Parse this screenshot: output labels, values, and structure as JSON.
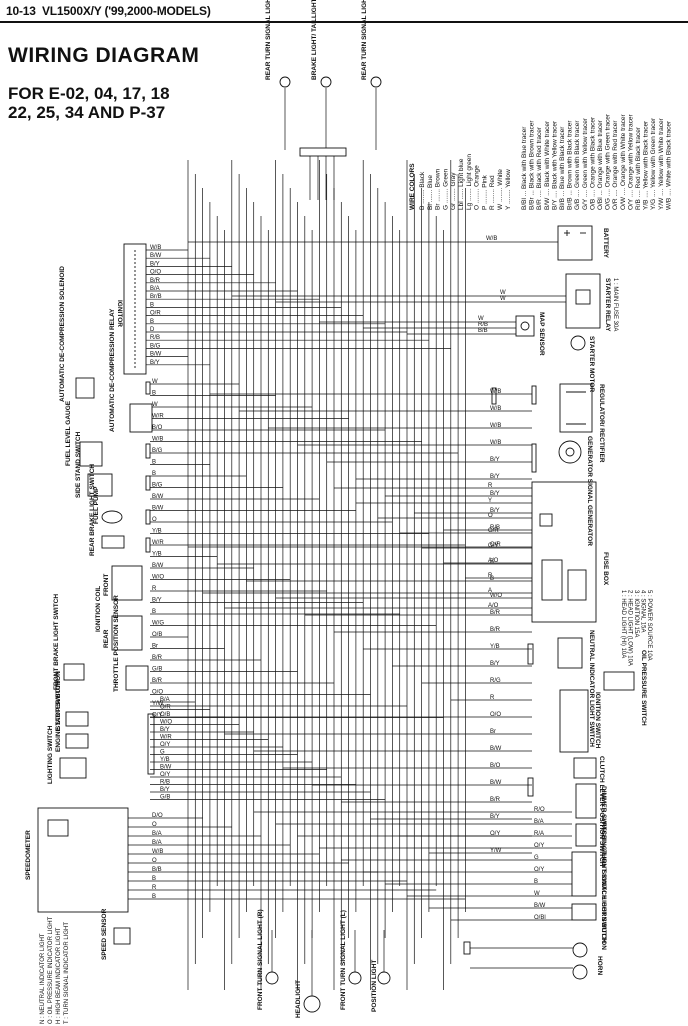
{
  "header": {
    "page": "10-13",
    "model": "VL1500X/Y ('99,2000-MODELS)",
    "title": "WIRING DIAGRAM",
    "for_line1": "FOR E-02, 04, 17, 18",
    "for_line2": "22, 25, 34 AND P-37"
  },
  "components": {
    "ignitor": "IGNITOR",
    "battery": "BATTERY",
    "starter_relay": "STARTER RELAY",
    "main_fuse": "1 : MAIN FUSE 30A",
    "map_sensor": "MAP SENSOR",
    "starter_motor": "STARTER MOTOR",
    "regulator": "REGULATOR/ RECTIFIER",
    "generator": "GENERATOR SIGNAL GENERATOR",
    "fuse_box": "FUSE BOX",
    "neutral_switch": "NEUTRAL INDICATOR LIGHT SWITCH",
    "oil_switch": "OIL PRESSURE SWITCH",
    "ignition_switch": "IGNITION SWITCH",
    "clutch_switch": "CLUTCH LEVER POSITION SWITCH",
    "dimmer_switch": "DIMMER SWITCH",
    "passing_switch": "PASSING LIGHT SWITCH",
    "turn_switch": "TURN SIGNAL LIGHT SWITCH",
    "horn_button": "HORN BUTTON",
    "horn": "HORN",
    "rear_turn_r": "REAR TURN SIGNAL LIGHT (R)",
    "brake_light": "BRAKE LIGHT/ TAILLIGHT",
    "rear_turn_l": "REAR TURN SIGNAL LIGHT (L)",
    "decomp_solenoid": "AUTOMATIC DE-COMPRESSION SOLENOID",
    "decomp_relay": "AUTOMATIC DE-COMPRESSION RELAY",
    "fuel_gauge": "FUEL LEVEL GAUGE",
    "side_stand": "SIDE STAND SWITCH",
    "fuel_pump": "FUEL PUMP",
    "rear_brake_switch": "REAR BRAKE LIGHT SWITCH",
    "ignition_coil": "IGNITION COIL",
    "front": "FRONT",
    "rear": "REAR",
    "front_brake_switch": "FRONT BRAKE LIGHT SWITCH",
    "throttle_sensor": "THROTTLE POSITION SENSOR",
    "starter_button": "STARTER BUTTON",
    "engine_stop": "ENGINE STOP SWITCH",
    "lighting_switch": "LIGHTING SWITCH",
    "speedometer": "SPEEDOMETER",
    "speed_sensor": "SPEED SENSOR",
    "front_turn_r": "FRONT TURN SIGNAL LIGHT (R)",
    "headlight": "HEADLIGHT",
    "front_turn_l": "FRONT TURN SIGNAL LIGHT (L)",
    "position_light": "POSITION LIGHT"
  },
  "fuse_list": [
    "1 : HEAD LIGHT (HI)   10A",
    "2 : HEAD LIGHT (LOW)  10A",
    "3 : IGNITION          15A",
    "4 : SIGNAL            15A",
    "5 : POWER SOURCE      10A"
  ],
  "legend_items": [
    "N : NEUTRAL INDICATOR LIGHT",
    "O : OIL PRESSURE INDICATOR LIGHT",
    "H : HIGH BEAM INDICATOR LIGHT",
    "T : TURN SIGNAL INDICATOR LIGHT"
  ],
  "wire_colors_title": "WIRE COLORS",
  "wire_colors": [
    "B ........ Black",
    "Bl ....... Blue",
    "Br ....... Brown",
    "G ........ Green",
    "Gr ....... Gray",
    "Lbl ...... Light blue",
    "Lg ....... Light green",
    "O ........ Orange",
    "P ........ Pink",
    "R ........ Red",
    "W ........ White",
    "Y ........ Yellow"
  ],
  "wire_colors_2": [
    "B/Bl ... Black with Blue tracer",
    "B/Br ... Black with Brown tracer",
    "B/R .... Black with Red tracer",
    "B/W .... Black with White tracer",
    "B/Y .... Black with Yellow tracer",
    "Bl/B ... Blue with Black tracer",
    "Br/B ... Brown with Black tracer",
    "G/B .... Green with Black tracer",
    "G/Y .... Green with Yellow tracer",
    "O/B .... Orange with Black tracer",
    "O/Bl ... Orange with Blue tracer",
    "O/G .... Orange with Green tracer",
    "O/R .... Orange with Red tracer",
    "O/W .... Orange with White tracer",
    "O/Y .... Orange with Yellow tracer",
    "R/B .... Red with Black tracer",
    "Y/B .... Yellow with Black tracer",
    "Y/G .... Yellow with Green tracer",
    "Y/W .... Yellow with White tracer",
    "W/B .... White with Black tracer"
  ],
  "ignitor_pins": [
    "W/B",
    "B/W",
    "B/Y",
    "O/O",
    "B/R",
    "B/A",
    "Br/B",
    "B",
    "O/R",
    "B",
    "D",
    "R/B",
    "B/G",
    "B/W",
    "B/Y"
  ],
  "left_pins": [
    "W",
    "B",
    "W",
    "W/R",
    "B/O",
    "W/B",
    "B/G",
    "B",
    "B",
    "B/G",
    "B/W",
    "B/W",
    "O",
    "Y/B",
    "W/R",
    "Y/B",
    "B/W",
    "W/O",
    "R",
    "B/Y",
    "B",
    "W/G",
    "O/B",
    "Br",
    "B/R",
    "G/B",
    "B/R",
    "O/O",
    "Y/W",
    "O/Y"
  ],
  "right_pins": [
    "W/B",
    "W/B",
    "W/B",
    "W/B",
    "B/Y",
    "B/Y",
    "B/Y",
    "B/Y",
    "R/B",
    "O/R",
    "B",
    "B",
    "W/O",
    "B/R",
    "B/R",
    "Y/B",
    "B/Y",
    "R/G",
    "R",
    "O/O",
    "Br",
    "B/W",
    "B/O",
    "B/W",
    "B/R",
    "B/Y",
    "O/Y",
    "Y/W"
  ],
  "ign_connector_pins": [
    "B/A",
    "O/R",
    "O/B",
    "W/O",
    "B/Y",
    "W/R",
    "O/Y",
    "G",
    "Y/B",
    "B/W",
    "O/Y",
    "R/B",
    "B/Y",
    "G/B"
  ],
  "right_low_pins": [
    "R/O",
    "B/A",
    "R/A",
    "O/Y",
    "G",
    "O/Y",
    "B",
    "W",
    "B/W",
    "O/Bl"
  ],
  "speedo_pins": [
    "D/O",
    "O",
    "B/A",
    "B/A",
    "W/B",
    "O",
    "B/B",
    "B",
    "R",
    "B"
  ],
  "fuse_pins": [
    "R",
    "Y",
    "O",
    "O/R",
    "O/Y",
    "A/O",
    "R",
    "A",
    "A/O"
  ]
}
